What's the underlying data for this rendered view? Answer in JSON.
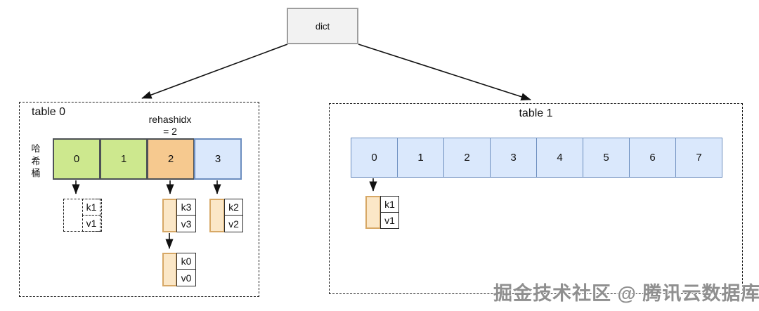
{
  "dict_node": {
    "label": "dict"
  },
  "table0": {
    "title": "table 0",
    "annotation": {
      "line1": "rehashidx",
      "line2": "= 2"
    },
    "side_label": "哈希桶",
    "buckets": [
      {
        "label": "0",
        "fill": "#cde88e",
        "border": "#4d5156"
      },
      {
        "label": "1",
        "fill": "#cde88e",
        "border": "#4d5156"
      },
      {
        "label": "2",
        "fill": "#f6c98f",
        "border": "#4d5156"
      },
      {
        "label": "3",
        "fill": "#dae8fc",
        "border": "#6c8ebf"
      }
    ],
    "entries": {
      "ghost": {
        "key": "k1",
        "value": "v1"
      },
      "bucket2": {
        "key": "k3",
        "value": "v3"
      },
      "bucket2_next": {
        "key": "k0",
        "value": "v0"
      },
      "bucket3": {
        "key": "k2",
        "value": "v2"
      }
    }
  },
  "table1": {
    "title": "table 1",
    "bucket_fill": "#dae8fc",
    "bucket_border": "#6c8ebf",
    "buckets": [
      {
        "label": "0"
      },
      {
        "label": "1"
      },
      {
        "label": "2"
      },
      {
        "label": "3"
      },
      {
        "label": "4"
      },
      {
        "label": "5"
      },
      {
        "label": "6"
      },
      {
        "label": "7"
      }
    ],
    "entries": {
      "bucket0": {
        "key": "k1",
        "value": "v1"
      }
    }
  },
  "entry_style": {
    "pointer_fill": "#fbe7c7",
    "pointer_border": "#d7a866"
  },
  "watermark": {
    "text": "掘金技术社区 @ 腾讯云数据库",
    "color": "#8f8f8f"
  }
}
